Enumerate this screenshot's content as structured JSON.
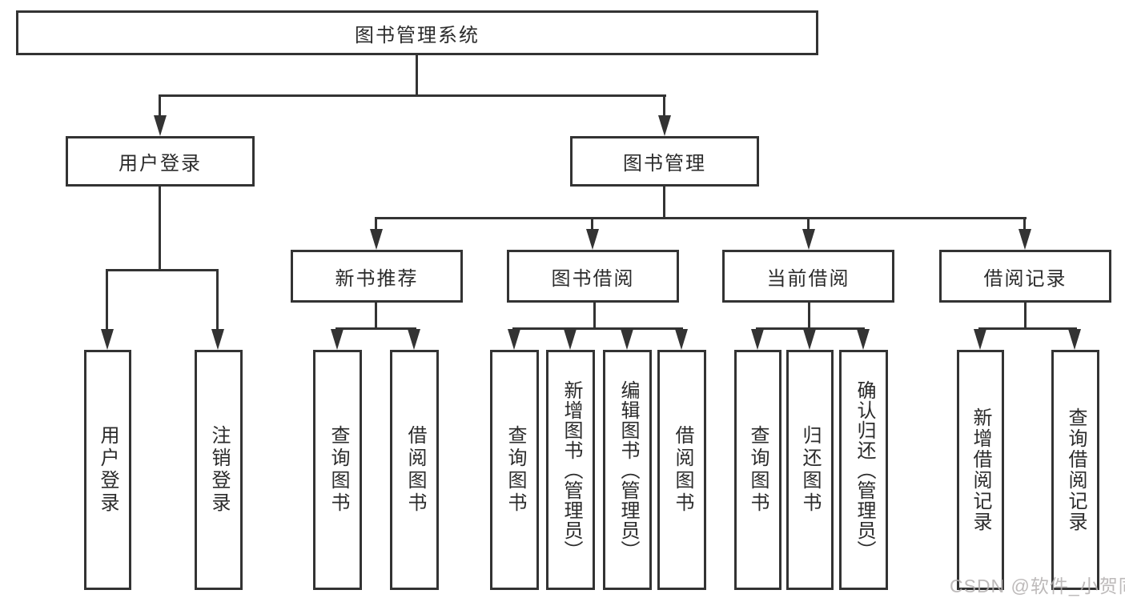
{
  "diagram": {
    "type": "tree-structure-chart",
    "line_color": "#333333",
    "text_color": "#2b2b2b",
    "background_color": "#ffffff",
    "watermark": "CSDN @软件_小贺同学"
  },
  "nodes": {
    "root": {
      "label": "图书管理系统"
    },
    "user_login": {
      "label": "用户登录"
    },
    "book_mgmt": {
      "label": "图书管理"
    },
    "new_books": {
      "label": "新书推荐"
    },
    "book_borrow": {
      "label": "图书借阅"
    },
    "current_borrow": {
      "label": "当前借阅"
    },
    "borrow_records": {
      "label": "借阅记录"
    },
    "leaf_user_login": {
      "label": "用户登录"
    },
    "leaf_logout": {
      "label": "注销登录"
    },
    "leaf_query_books_1": {
      "label": "查询图书"
    },
    "leaf_borrow_books_1": {
      "label": "借阅图书"
    },
    "leaf_query_books_2": {
      "label": "查询图书"
    },
    "leaf_add_books": {
      "label": "新增图书（管理员）"
    },
    "leaf_edit_books": {
      "label": "编辑图书（管理员）"
    },
    "leaf_borrow_books_2": {
      "label": "借阅图书"
    },
    "leaf_query_books_3": {
      "label": "查询图书"
    },
    "leaf_return_books": {
      "label": "归还图书"
    },
    "leaf_confirm_return": {
      "label": "确认归还（管理员）"
    },
    "leaf_add_record": {
      "label": "新增借阅记录"
    },
    "leaf_query_record": {
      "label": "查询借阅记录"
    }
  },
  "tree": {
    "root": "图书管理系统",
    "children": [
      {
        "label": "用户登录",
        "children": [
          "用户登录",
          "注销登录"
        ]
      },
      {
        "label": "图书管理",
        "children": [
          {
            "label": "新书推荐",
            "children": [
              "查询图书",
              "借阅图书"
            ]
          },
          {
            "label": "图书借阅",
            "children": [
              "查询图书",
              "新增图书（管理员）",
              "编辑图书（管理员）",
              "借阅图书"
            ]
          },
          {
            "label": "当前借阅",
            "children": [
              "查询图书",
              "归还图书",
              "确认归还（管理员）"
            ]
          },
          {
            "label": "借阅记录",
            "children": [
              "新增借阅记录",
              "查询借阅记录"
            ]
          }
        ]
      }
    ]
  }
}
